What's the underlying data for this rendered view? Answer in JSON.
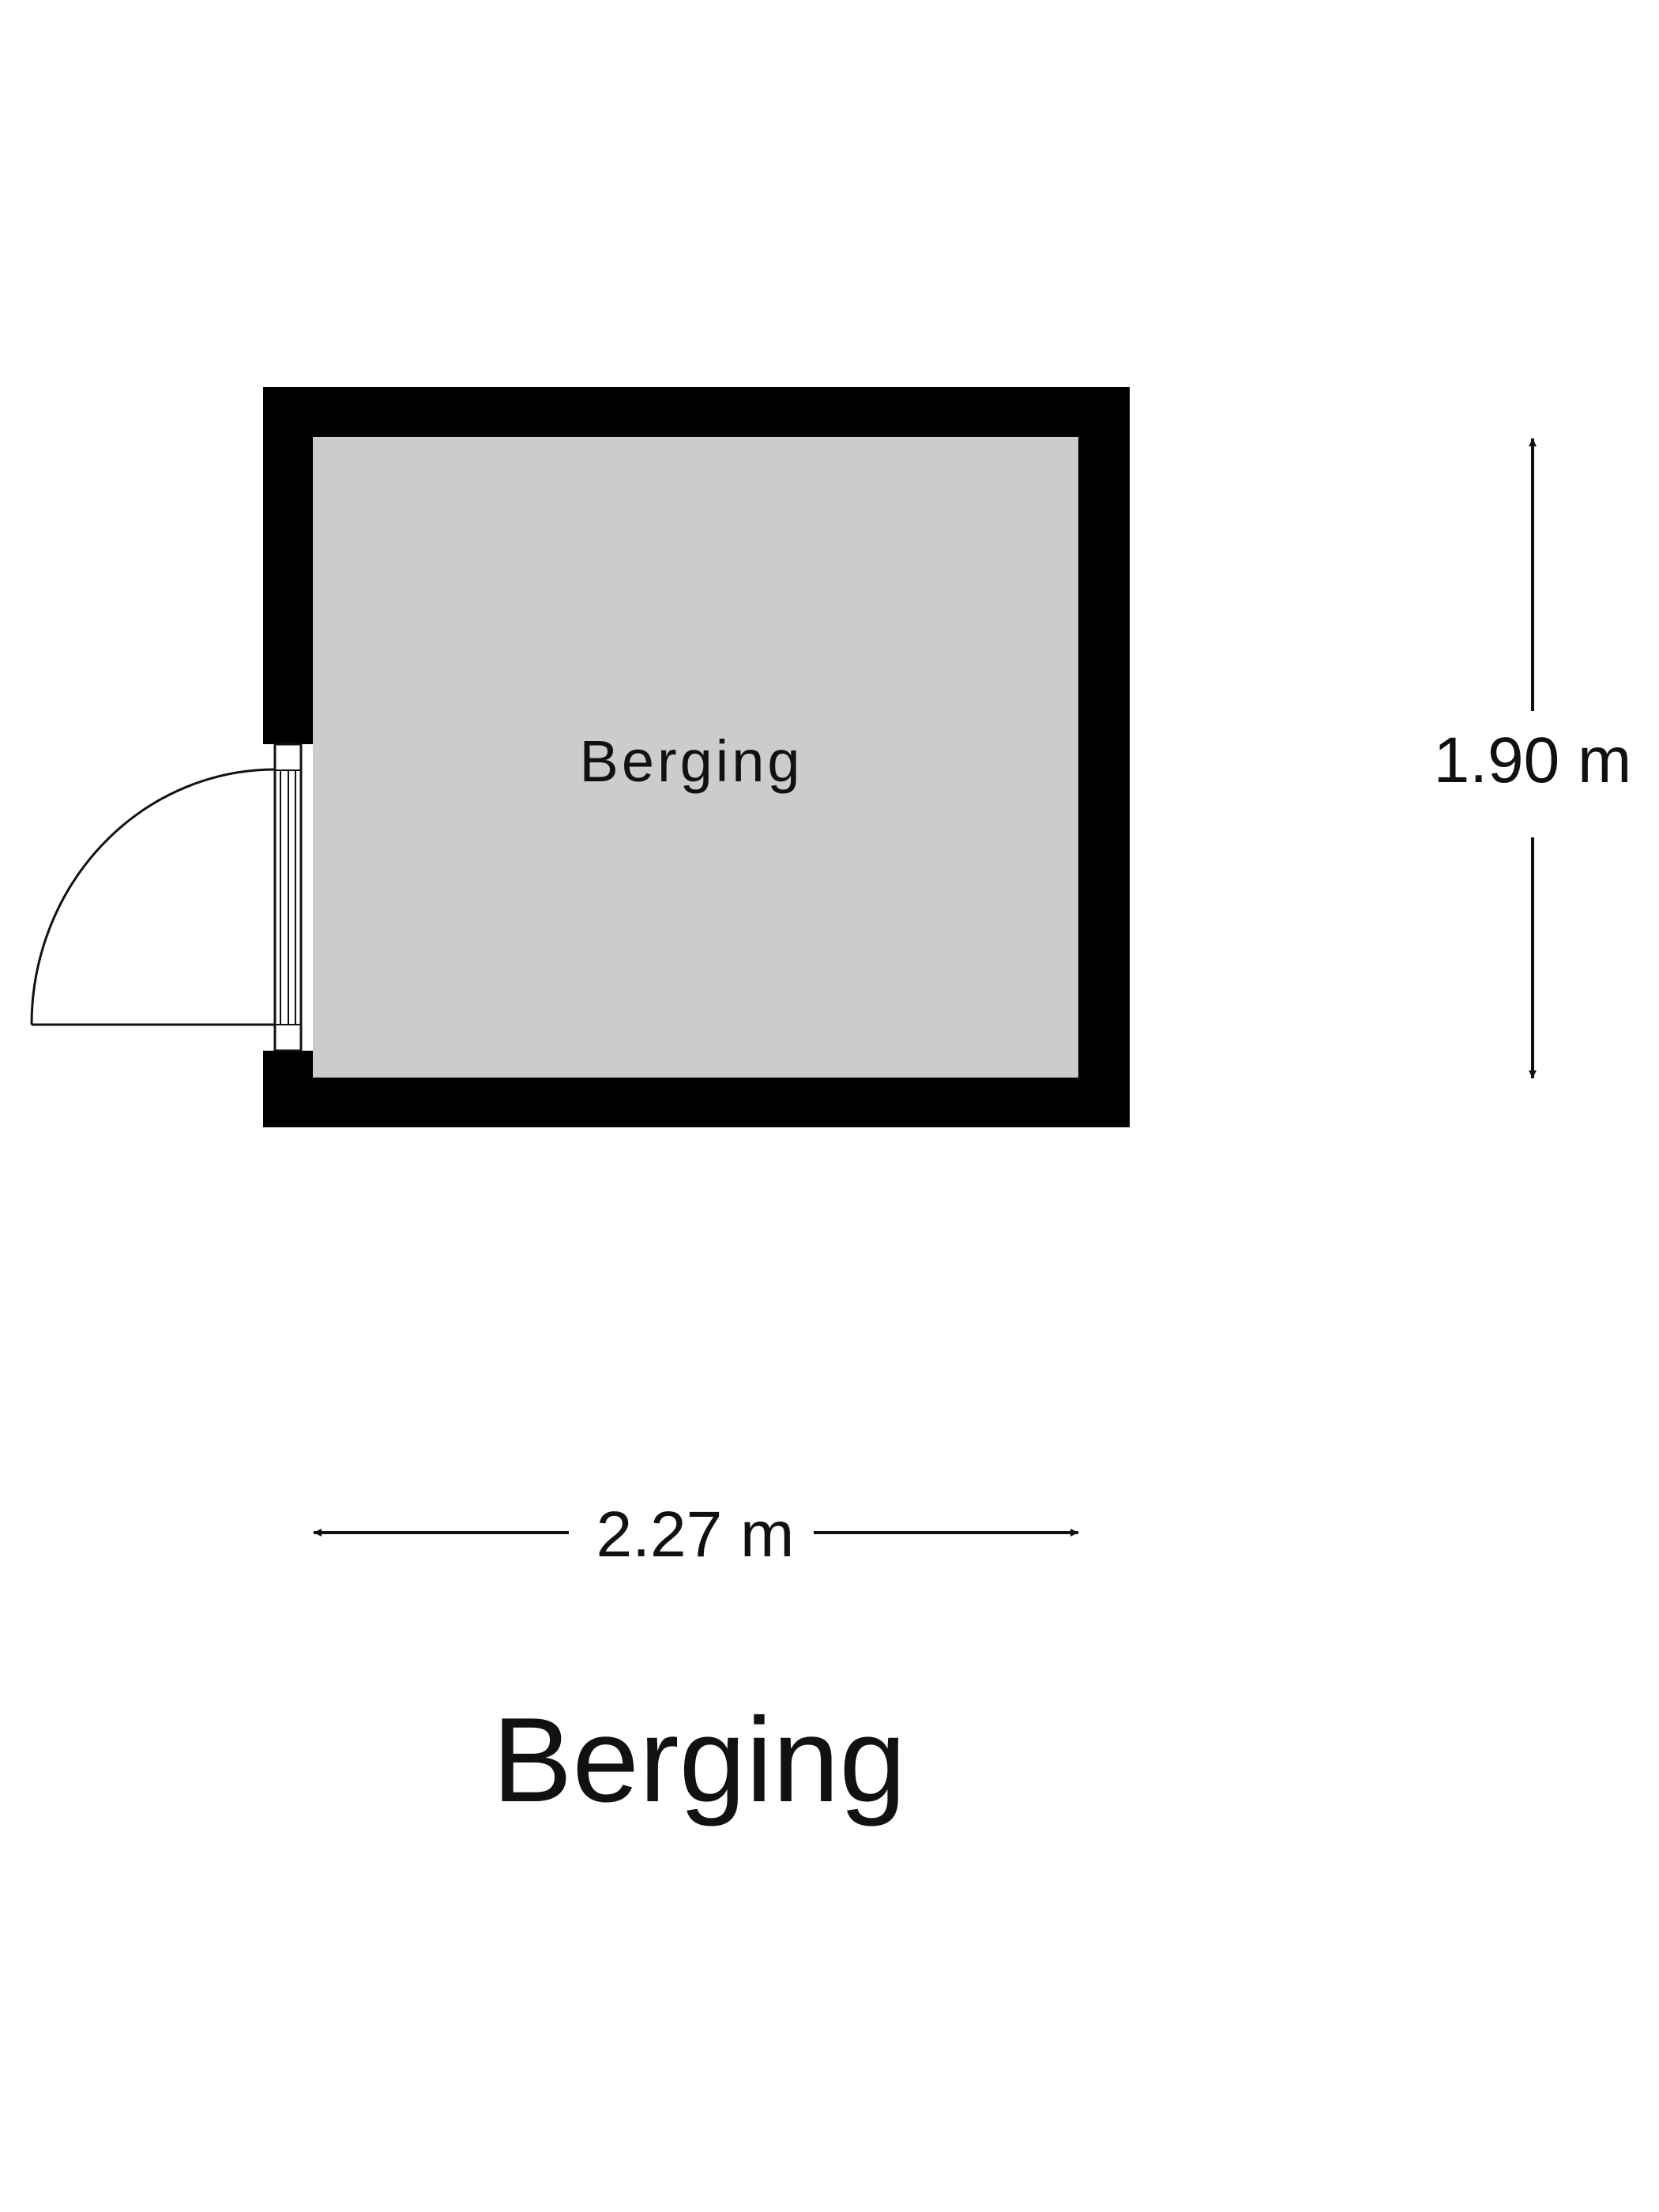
{
  "floorplan": {
    "room_label": "Berging",
    "width_label": "2.27 m",
    "height_label": "1.90 m",
    "title": "Berging"
  },
  "colors": {
    "wall": "#000000",
    "floor": "#cccccc",
    "background": "#ffffff",
    "text": "#111111"
  }
}
